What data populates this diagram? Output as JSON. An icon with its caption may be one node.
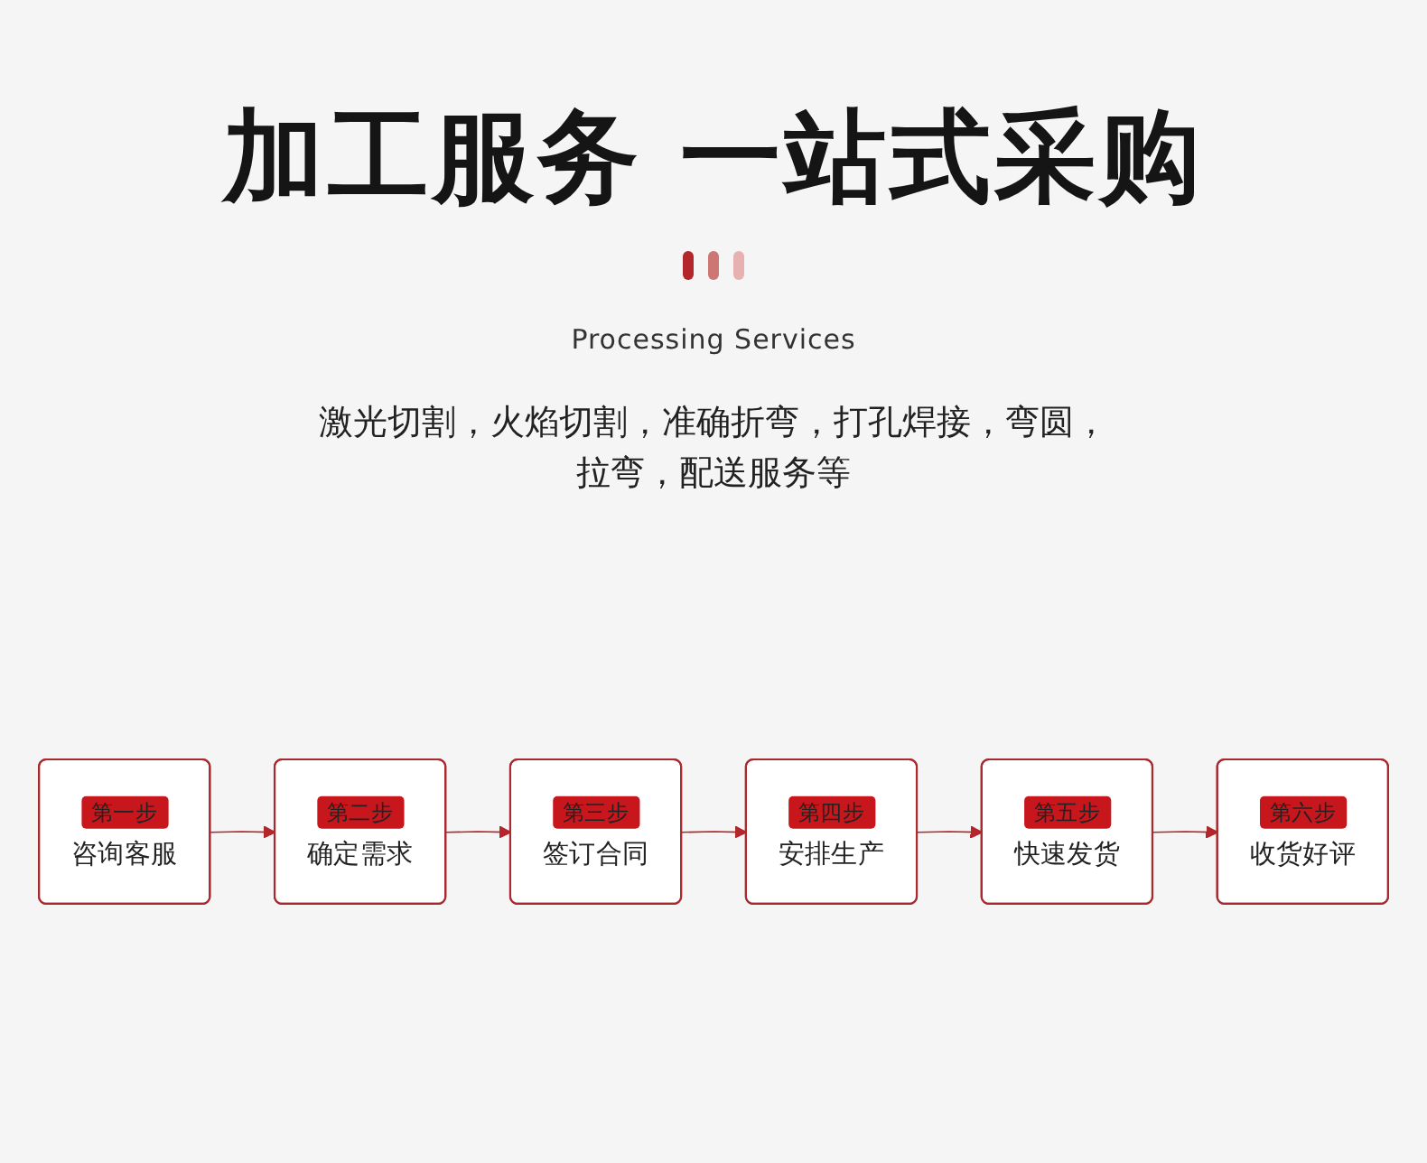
{
  "diagram": {
    "title": "加工服务 一站式采购",
    "nodes": [
      {
        "text": [
          "第一步",
          "咨询客服"
        ]
      },
      {
        "text": [
          "第二步",
          "确定需求"
        ]
      },
      {
        "text": [
          "第三步",
          "签订合同"
        ]
      },
      {
        "text": [
          "第四步",
          "安排生产"
        ]
      },
      {
        "text": [
          "第五步",
          "快速发货"
        ]
      },
      {
        "text": [
          "第六步",
          "收货好评"
        ]
      }
    ],
    "edges": [
      {
        "from": 0,
        "to": 1,
        "arrow": "to"
      },
      {
        "from": 1,
        "to": 2,
        "arrow": "to"
      },
      {
        "from": 2,
        "to": 3,
        "arrow": "to"
      },
      {
        "from": 3,
        "to": 4,
        "arrow": "to"
      },
      {
        "from": 4,
        "to": 5,
        "arrow": "to"
      }
    ],
    "labels": [
      "Processing Services",
      "激光切割，火焰切割，准确折弯，打孔焊接，弯圆，拉弯，配送服务等"
    ]
  }
}
